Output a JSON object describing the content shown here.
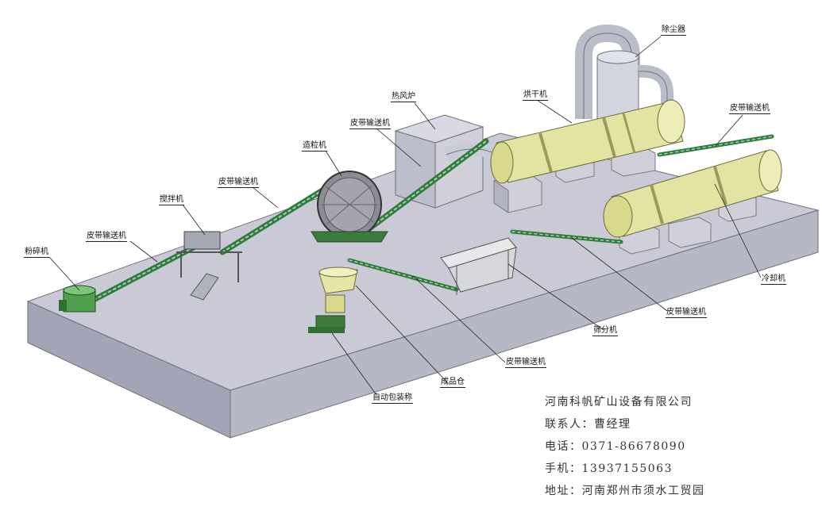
{
  "diagram": {
    "labels": {
      "crusher": "粉碎机",
      "belt_1": "皮带输送机",
      "mixer": "搅拌机",
      "belt_2": "皮带输送机",
      "granulator": "造粒机",
      "belt_3": "皮带输送机",
      "hot_air_furnace": "热风炉",
      "dryer": "烘干机",
      "dust_collector": "除尘器",
      "belt_4": "皮带输送机",
      "cooler": "冷却机",
      "belt_5": "皮带输送机",
      "screener": "筛分机",
      "belt_6": "皮带输送机",
      "product_bin": "成品仓",
      "auto_packing_scale": "自动包装称"
    }
  },
  "contact": {
    "company": "河南科帆矿山设备有限公司",
    "contact_person": "联系人：曹经理",
    "phone": "电话：0371-86678090",
    "mobile": "手机：13937155063",
    "address": "地址：河南郑州市须水工贸园"
  },
  "colors": {
    "platform_top": "#c9cad6",
    "platform_front": "#9fa0b2",
    "platform_side": "#b4b5c4",
    "drum_yellow": "#e6e6a4",
    "conveyor_green": "#2f7a3c",
    "ducts": "#c8ccd6",
    "blocks": "#cfd0d9"
  }
}
